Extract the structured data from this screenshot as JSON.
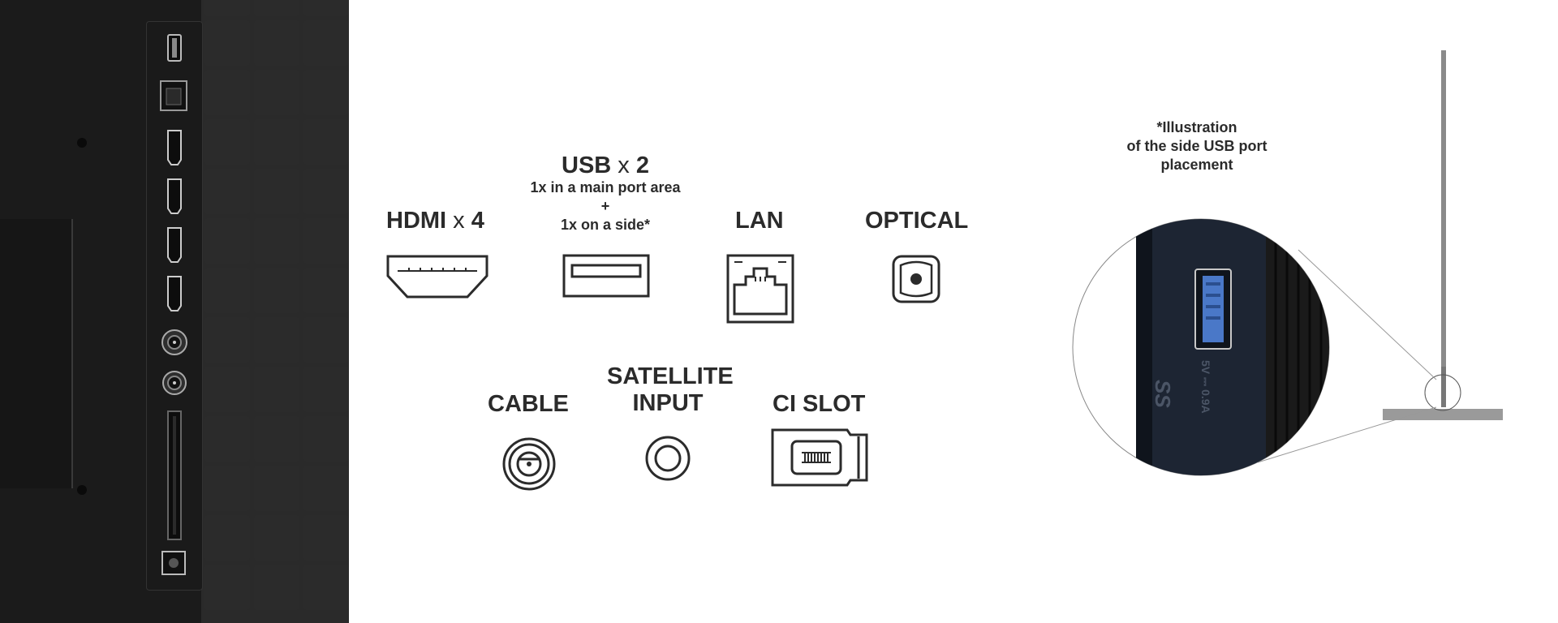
{
  "ports": {
    "hdmi": {
      "name": "HDMI",
      "times": "x",
      "count": "4"
    },
    "usb": {
      "name": "USB",
      "times": "x",
      "count": "2",
      "line1": "1x in a main port area",
      "plus": "+",
      "line2": "1x on a side*"
    },
    "lan": {
      "name": "LAN"
    },
    "optical": {
      "name": "OPTICAL"
    },
    "cable": {
      "name": "CABLE"
    },
    "satellite": {
      "line1": "SATELLITE",
      "line2": "INPUT"
    },
    "ci": {
      "name": "CI SLOT"
    }
  },
  "illustration": {
    "line1": "*Illustration",
    "line2": "of the side USB port",
    "line3": "placement",
    "usb_marking": "SS",
    "usb_rating": "5V ⎓ 0.9A"
  },
  "colors": {
    "panel": "#1f1f1f",
    "usb3_blue": "#4a78c8",
    "text": "#2b2b2b"
  }
}
